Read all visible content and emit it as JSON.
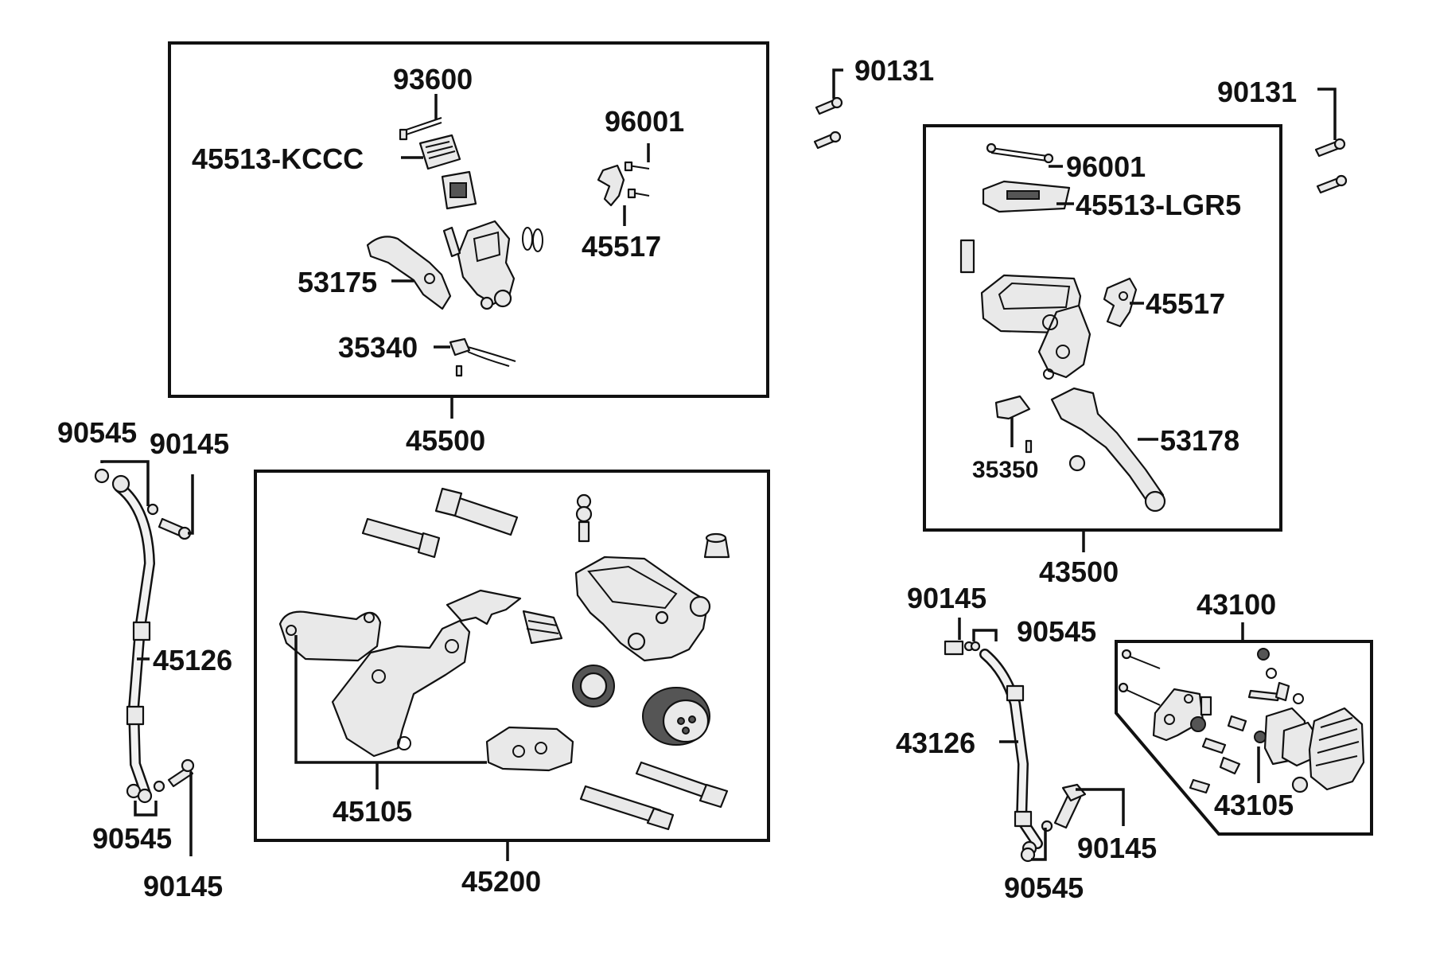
{
  "labels": {
    "p93600": "93600",
    "p45513_kccc": "45513-KCCC",
    "p96001_a": "96001",
    "p45517_a": "45517",
    "p53175": "53175",
    "p35340": "35340",
    "p45500": "45500",
    "p90131_a": "90131",
    "p90131_b": "90131",
    "p96001_b": "96001",
    "p45513_lgr5": "45513-LGR5",
    "p45517_b": "45517",
    "p53178": "53178",
    "p35350": "35350",
    "p43500": "43500",
    "p90545_a": "90545",
    "p90145_a": "90145",
    "p45126": "45126",
    "p90545_b": "90545",
    "p90145_b": "90145",
    "p45105": "45105",
    "p45200": "45200",
    "p90145_c": "90145",
    "p90545_c": "90545",
    "p43126": "43126",
    "p90145_d": "90145",
    "p90545_d": "90545",
    "p43100": "43100",
    "p43105": "43105"
  }
}
